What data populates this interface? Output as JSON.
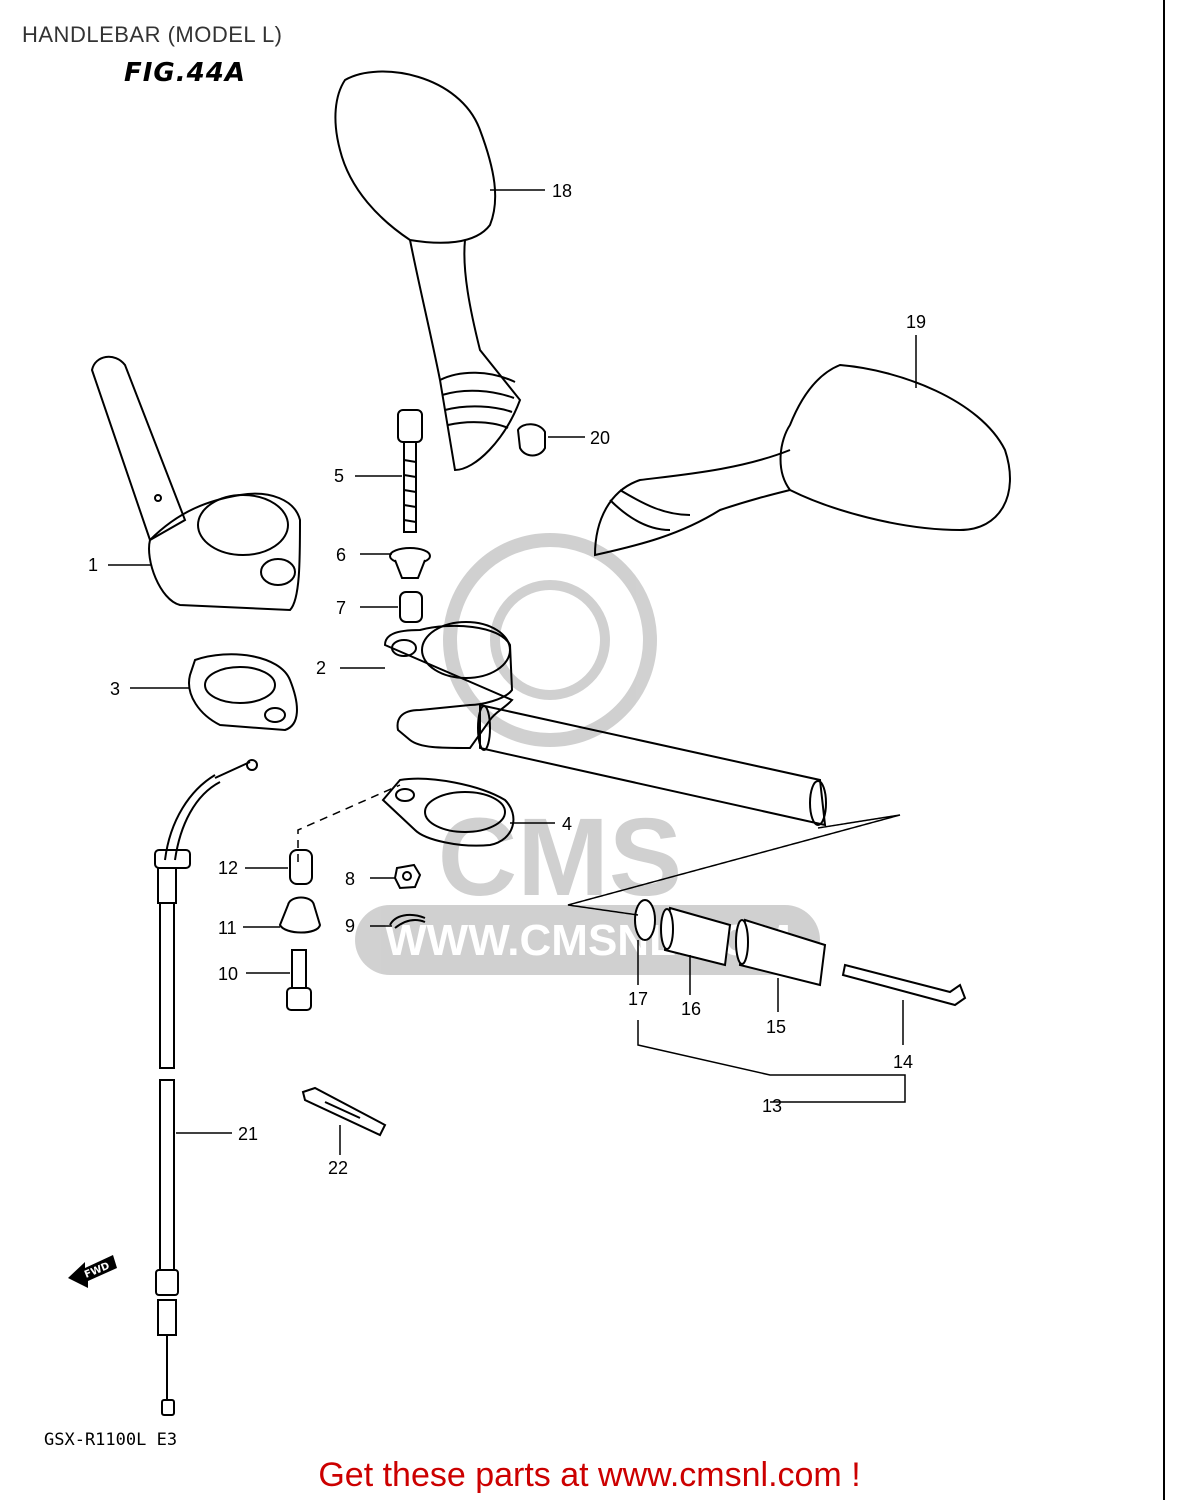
{
  "header": {
    "title": "HANDLEBAR (MODEL L)"
  },
  "figure": {
    "label": "FIG.44A",
    "model_code": "GSX-R1100L E3",
    "fwd_label": "FWD"
  },
  "watermark": {
    "brand": "CMS",
    "url": "WWW.CMSNL.COM"
  },
  "callouts": [
    "1",
    "2",
    "3",
    "4",
    "5",
    "6",
    "7",
    "8",
    "9",
    "10",
    "11",
    "12",
    "13",
    "14",
    "15",
    "16",
    "17",
    "18",
    "19",
    "20",
    "21",
    "22"
  ],
  "footer": {
    "text": "Get these parts at www.cmsnl.com !",
    "color": "#cc0000"
  }
}
